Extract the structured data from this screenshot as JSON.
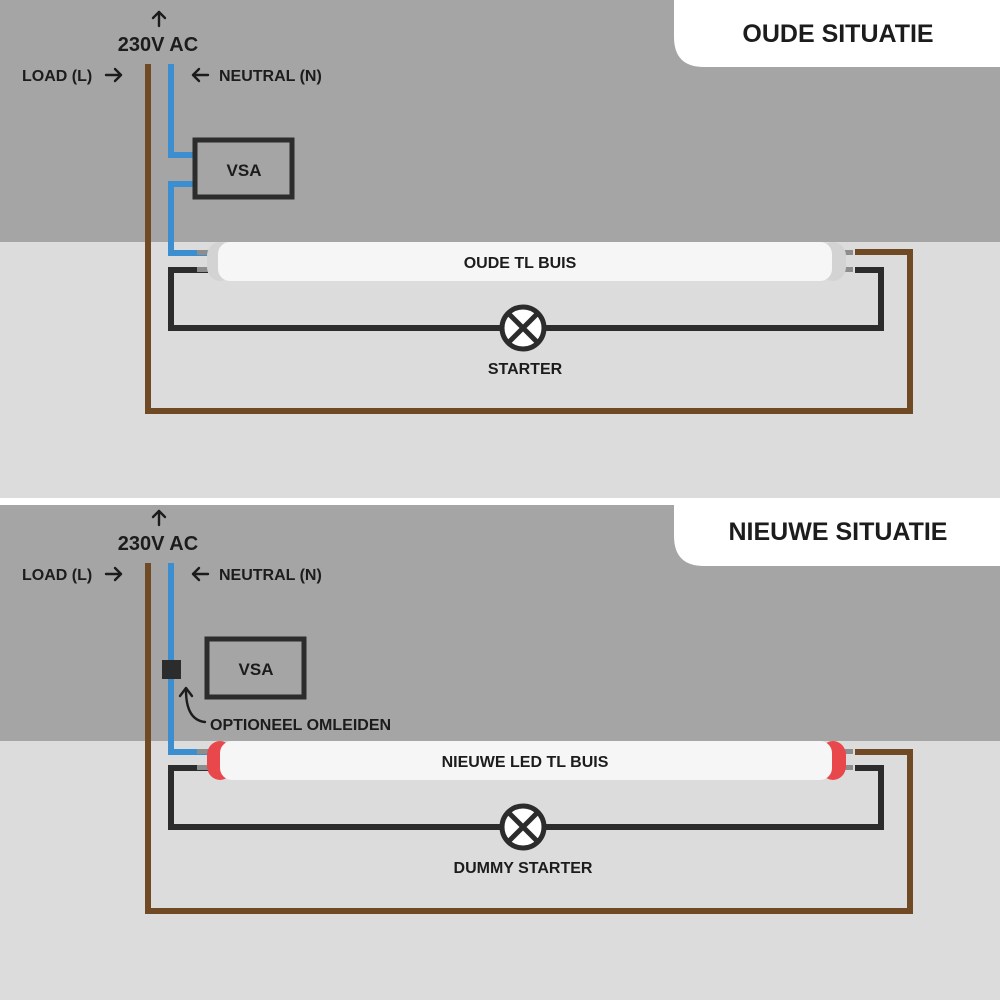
{
  "colors": {
    "band_dark": "#a5a5a5",
    "band_light": "#dcdcdc",
    "divider": "#ffffff",
    "load_wire": "#6f4a25",
    "neutral_wire": "#3b8fd0",
    "black_wire": "#2c2c2c",
    "tube_body": "#f6f6f6",
    "led_cap": "#e8474c",
    "text": "#1c1c1c"
  },
  "top": {
    "banner": "OUDE SITUATIE",
    "voltage": "230V AC",
    "load_label": "LOAD (L)",
    "neutral_label": "NEUTRAL (N)",
    "ballast_label": "VSA",
    "tube_label": "OUDE TL BUIS",
    "starter_label": "STARTER"
  },
  "bottom": {
    "banner": "NIEUWE SITUATIE",
    "voltage": "230V AC",
    "load_label": "LOAD (L)",
    "neutral_label": "NEUTRAL (N)",
    "ballast_label": "VSA",
    "bypass_label": "OPTIONEEL OMLEIDEN",
    "tube_label": "NIEUWE LED TL BUIS",
    "starter_label": "DUMMY STARTER"
  }
}
